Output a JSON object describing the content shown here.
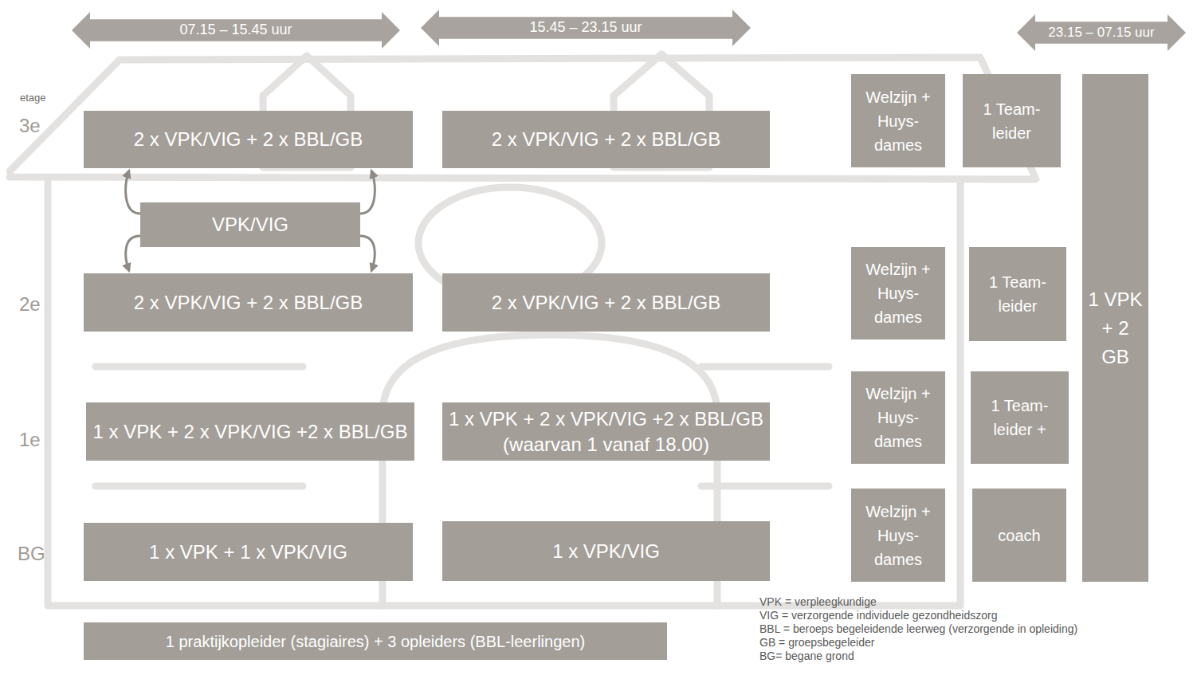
{
  "diagram": {
    "nodes": [
      {
        "text": [
          "07.15 – 15.45 uur"
        ]
      },
      {
        "text": [
          "15.45 – 23.15 uur"
        ]
      },
      {
        "text": [
          "23.15 – 07.15 uur"
        ]
      },
      {
        "text": [
          "2 x VPK/VIG + 2 x BBL/GB"
        ]
      },
      {
        "text": [
          "2 x VPK/VIG + 2 x BBL/GB"
        ]
      },
      {
        "text": [
          "Welzijn + Huys-dames"
        ]
      },
      {
        "text": [
          "1 Team-leider"
        ]
      },
      {
        "text": [
          "1 VPK + 2 GB"
        ]
      },
      {
        "text": [
          "VPK/VIG"
        ]
      },
      {
        "text": [
          "2 x VPK/VIG + 2 x BBL/GB"
        ]
      },
      {
        "text": [
          "2 x VPK/VIG + 2 x BBL/GB"
        ]
      },
      {
        "text": [
          "Welzijn + Huys-dames"
        ]
      },
      {
        "text": [
          "1 Team-leider"
        ]
      },
      {
        "text": [
          "1 x VPK + 2 x VPK/VIG +2 x BBL/GB"
        ]
      },
      {
        "text": [
          "1 x VPK + 2 x VPK/VIG +2 x BBL/GB (waarvan 1 vanaf 18.00)"
        ]
      },
      {
        "text": [
          "Welzijn + Huys-dames"
        ]
      },
      {
        "text": [
          "1 Team-leider +"
        ]
      },
      {
        "text": [
          "1 x VPK + 1 x VPK/VIG"
        ]
      },
      {
        "text": [
          "1 x VPK/VIG"
        ]
      },
      {
        "text": [
          "Welzijn + Huys-dames"
        ]
      },
      {
        "text": [
          "coach"
        ]
      },
      {
        "text": [
          "1 praktijkopleider (stagiaires) + 3 opleiders (BBL-leerlingen)"
        ]
      }
    ],
    "edges": [
      {
        "from": 8,
        "to": 3,
        "arrow": "to"
      },
      {
        "from": 8,
        "to": 3,
        "arrow": "to"
      },
      {
        "from": 8,
        "to": 9,
        "arrow": "to"
      },
      {
        "from": 8,
        "to": 9,
        "arrow": "to"
      }
    ],
    "labels": [
      "etage",
      "3e",
      "2e",
      "1e",
      "BG"
    ],
    "legend": [
      {
        "text": "VPK = verpleegkundige"
      },
      {
        "text": "VIG = verzorgende individuele gezondheidszorg"
      },
      {
        "text": "BBL = beroeps begeleidende leerweg (verzorgende in opleiding)"
      },
      {
        "text": "GB = groepsbegeleider"
      },
      {
        "text": "BG= begane grond"
      }
    ]
  }
}
